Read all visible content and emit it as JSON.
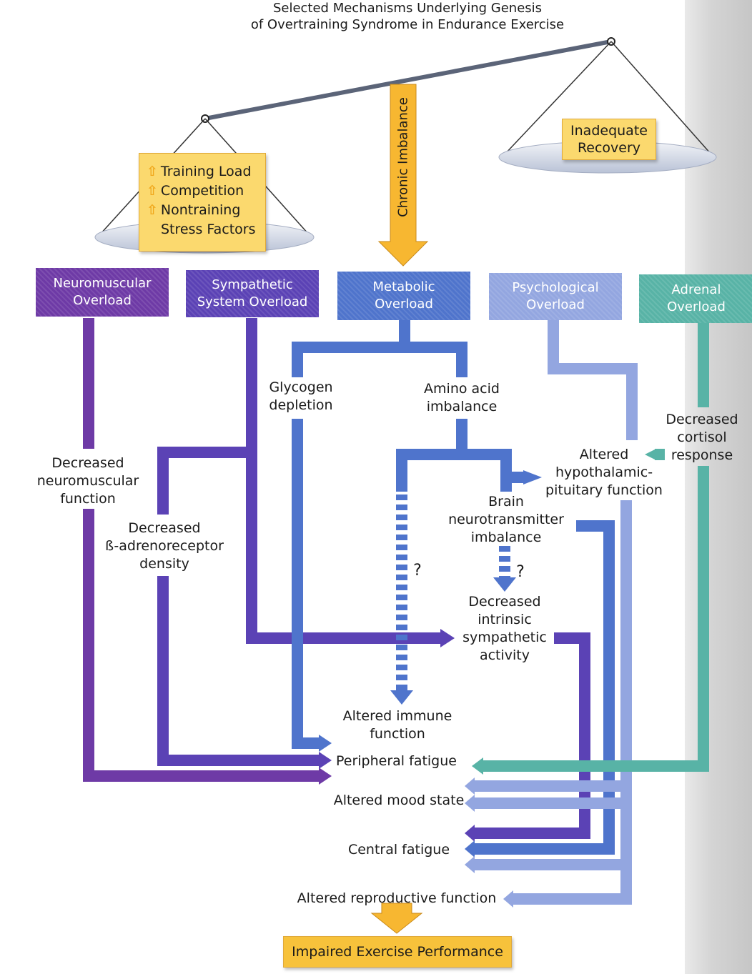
{
  "title": "Selected Mechanisms Underlying Genesis\nof Overtraining Syndrome in Endurance Exercise",
  "scale": {
    "left_pan": {
      "items": [
        {
          "icon": "up-arrow-icon",
          "label": "Training Load"
        },
        {
          "icon": "up-arrow-icon",
          "label": "Competition"
        },
        {
          "icon": "up-arrow-icon",
          "label": "Nontraining"
        },
        {
          "icon": "",
          "label": "Stress Factors"
        }
      ]
    },
    "right_pan": {
      "label": "Inadequate\nRecovery"
    },
    "center_arrow": "Chronic Imbalance"
  },
  "overloads": [
    {
      "id": "neuromuscular",
      "label": "Neuromuscular\nOverload",
      "color": "#6e3aa6"
    },
    {
      "id": "sympathetic",
      "label": "Sympathetic\nSystem Overload",
      "color": "#5b42b5"
    },
    {
      "id": "metabolic",
      "label": "Metabolic\nOverload",
      "color": "#4f74cc"
    },
    {
      "id": "psychological",
      "label": "Psychological\nOverload",
      "color": "#93a6e0"
    },
    {
      "id": "adrenal",
      "label": "Adrenal\nOverload",
      "color": "#58b3a6"
    }
  ],
  "intermediate": {
    "glycogen": "Glycogen\ndepletion",
    "amino": "Amino acid\nimbalance",
    "decreased_cortisol": "Decreased\ncortisol\nresponse",
    "altered_hpf": "Altered\nhypothalamic-\npituitary function",
    "brain_neuro": "Brain\nneurotransmitter\nimbalance",
    "decreased_nm": "Decreased\nneuromuscular\nfunction",
    "decreased_beta": "Decreased\nß-adrenoreceptor\ndensity",
    "decreased_sym": "Decreased\nintrinsic\nsympathetic\nactivity",
    "q1": "?",
    "q2": "?"
  },
  "outcomes": {
    "immune": "Altered immune\nfunction",
    "peripheral": "Peripheral fatigue",
    "mood": "Altered mood state",
    "central": "Central fatigue",
    "reproductive": "Altered reproductive function"
  },
  "final": "Impaired Exercise Performance",
  "colors": {
    "neuromuscular": "#6e3aa6",
    "sympathetic": "#5b42b5",
    "metabolic": "#4f74cc",
    "psychological": "#93a6e0",
    "adrenal": "#58b3a6",
    "yellow": "#fbd96e",
    "orange": "#f7b731"
  }
}
